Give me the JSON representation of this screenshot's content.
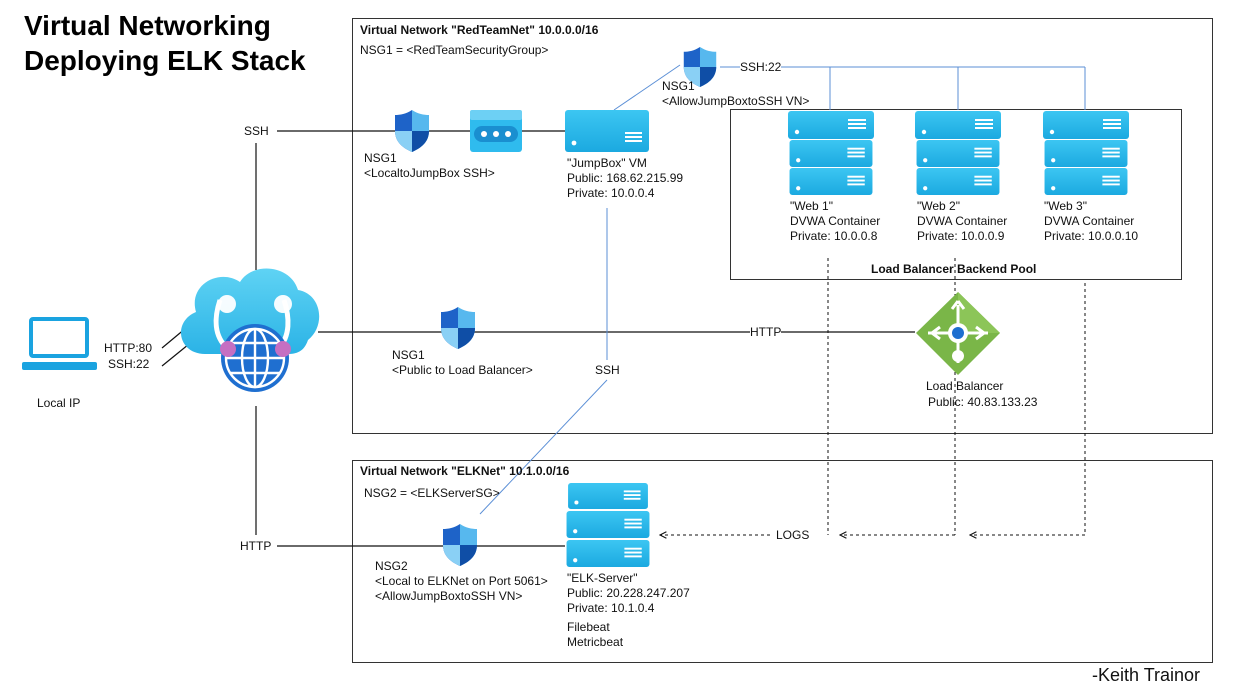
{
  "title": {
    "line1": "Virtual Networking",
    "line2": "Deploying ELK Stack"
  },
  "author": "-Keith Trainor",
  "colors": {
    "azure_blue": "#29b6e8",
    "line_blue": "#5b8fd6",
    "lb_green": "#7ab648",
    "dark_blue": "#1e6fd0"
  },
  "local": {
    "label": "Local IP",
    "http": "HTTP:80",
    "ssh": "SSH:22",
    "icon": "laptop-icon"
  },
  "internet": {
    "icon": "virtual-network-gateway-icon",
    "ssh_label": "SSH",
    "http_label": "HTTP"
  },
  "redteam": {
    "title": "Virtual Network \"RedTeamNet\" 10.0.0.0/16",
    "nsg": "NSG1 = <RedTeamSecurityGroup>",
    "nsg_local": {
      "name": "NSG1",
      "rule": "<LocaltoJumpBox SSH>"
    },
    "nsg_jump": {
      "name": "NSG1",
      "rule": "<AllowJumpBoxtoSSH VN>"
    },
    "nsg_lb": {
      "name": "NSG1",
      "rule": "<Public to Load Balancer>"
    },
    "ssh22": "SSH:22",
    "ssh_to_elk": "SSH",
    "http": "HTTP",
    "jumpbox": {
      "name": "\"JumpBox\" VM",
      "public": "Public: 168.62.215.99",
      "private": "Private: 10.0.0.4"
    },
    "pool_label": "Load Balancer Backend Pool",
    "webs": [
      {
        "name": "\"Web 1\"",
        "role": "DVWA Container",
        "private": "Private: 10.0.0.8"
      },
      {
        "name": "\"Web 2\"",
        "role": "DVWA Container",
        "private": "Private: 10.0.0.9"
      },
      {
        "name": "\"Web 3\"",
        "role": "DVWA Container",
        "private": "Private: 10.0.0.10"
      }
    ],
    "lb": {
      "name": "Load Balancer",
      "public": "Public: 40.83.133.23"
    }
  },
  "elknet": {
    "title": "Virtual Network \"ELKNet\" 10.1.0.0/16",
    "nsg": "NSG2 = <ELKServerSG>",
    "nsg2": {
      "name": "NSG2",
      "rule1": "<Local to ELKNet on Port 5061>",
      "rule2": "<AllowJumpBoxtoSSH VN>"
    },
    "logs": "LOGS",
    "server": {
      "name": "\"ELK-Server\"",
      "public": "Public: 20.228.247.207",
      "private": "Private: 10.1.0.4",
      "beat1": "Filebeat",
      "beat2": "Metricbeat"
    }
  }
}
